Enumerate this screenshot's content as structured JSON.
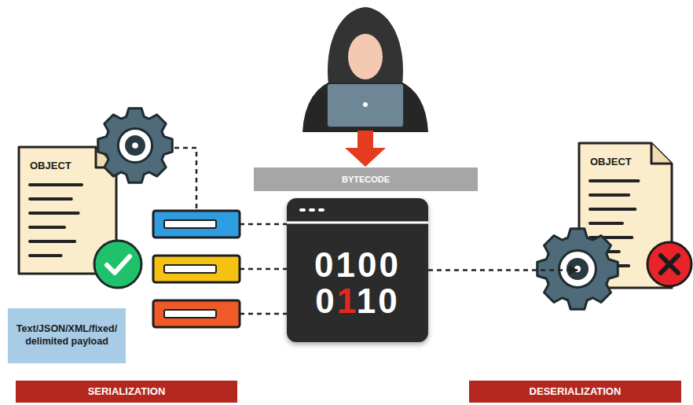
{
  "diagram": {
    "nodes": [
      {
        "text": [
          "OBJECT"
        ]
      },
      {
        "text": [
          "Text/JSON/XML/fixed/delimited payload"
        ]
      },
      {
        "text": [
          "BYTECODE"
        ]
      },
      {
        "text": [
          "0100",
          "0110"
        ]
      },
      {
        "text": [
          "OBJECT"
        ]
      },
      {
        "text": [
          "SERIALIZATION"
        ]
      },
      {
        "text": [
          "DESERIALIZATION"
        ]
      }
    ],
    "edges": [
      {
        "from": 3,
        "to": 4,
        "arrow": "to"
      }
    ]
  }
}
